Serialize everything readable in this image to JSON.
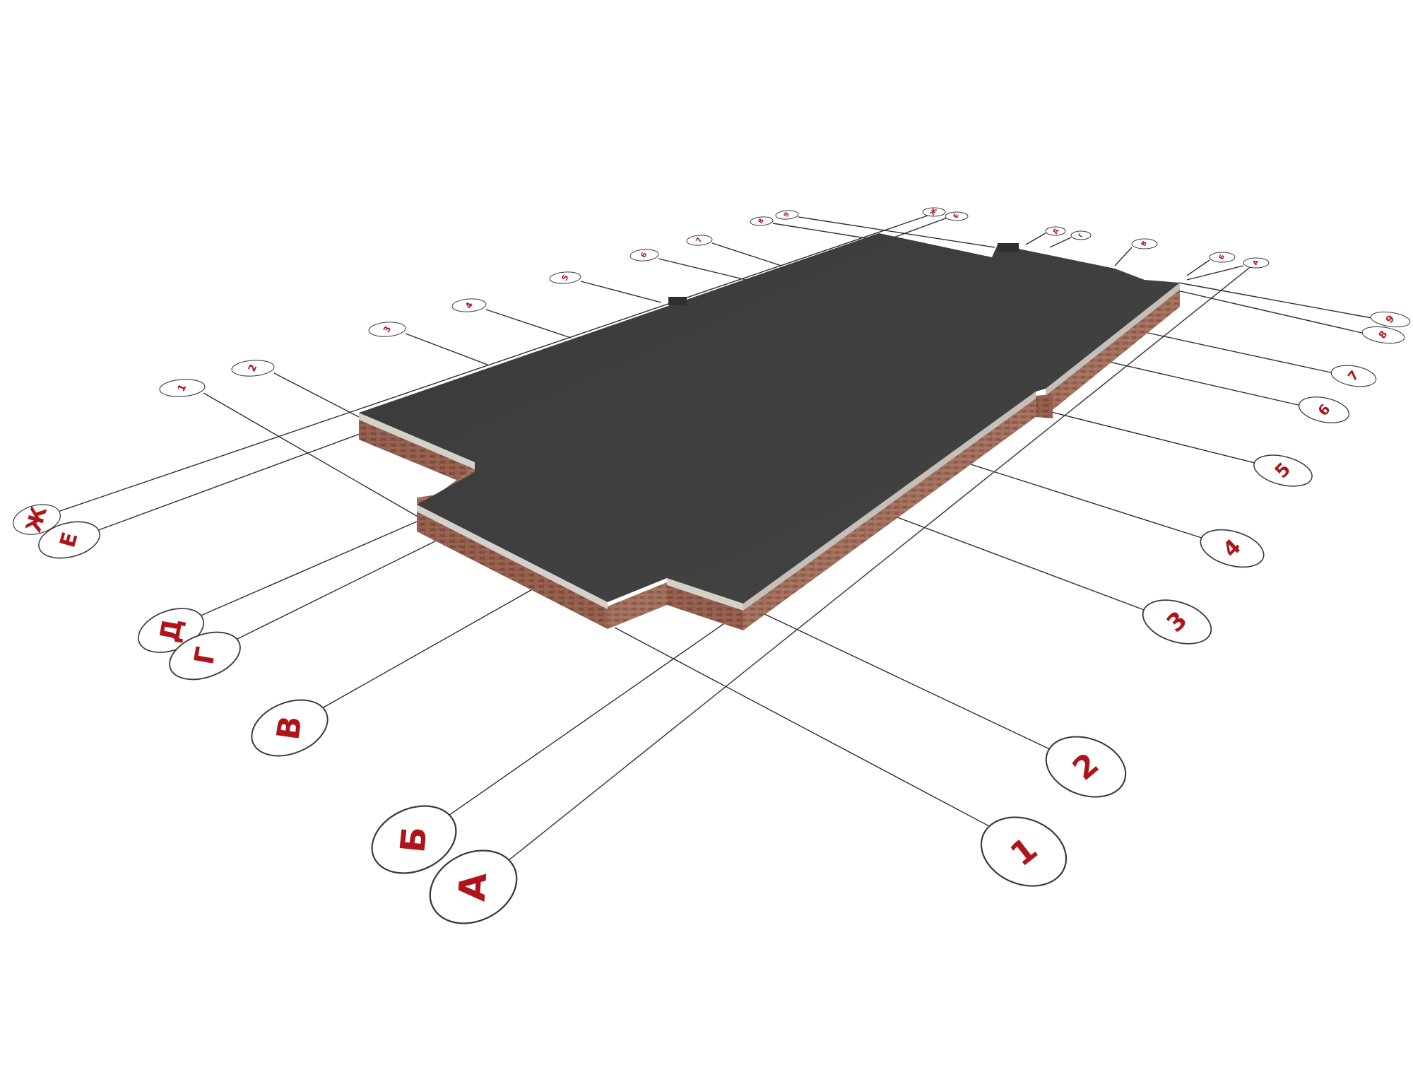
{
  "diagram": {
    "colors": {
      "roof": "#3c3c3c",
      "brick_front": "#8d5a4a",
      "brick_side": "#9b6a58",
      "concrete_band": "#d2cec8",
      "label_text": "#b0141b",
      "bubble_stroke": "#3a3a3a"
    },
    "axes_letters": [
      {
        "id": "zh",
        "label": "Ж"
      },
      {
        "id": "e",
        "label": "Е"
      },
      {
        "id": "d",
        "label": "Д"
      },
      {
        "id": "g",
        "label": "Г"
      },
      {
        "id": "v",
        "label": "В"
      },
      {
        "id": "b",
        "label": "Б"
      },
      {
        "id": "a",
        "label": "А"
      }
    ],
    "axes_numbers_right": [
      {
        "id": "n9",
        "label": "9"
      },
      {
        "id": "n8",
        "label": "8"
      },
      {
        "id": "n7",
        "label": "7"
      },
      {
        "id": "n6",
        "label": "6"
      },
      {
        "id": "n5",
        "label": "5"
      },
      {
        "id": "n4",
        "label": "4"
      },
      {
        "id": "n3",
        "label": "3"
      },
      {
        "id": "n2",
        "label": "2"
      },
      {
        "id": "n1",
        "label": "1"
      }
    ],
    "axes_numbers_far": [
      {
        "id": "f1",
        "label": "1"
      },
      {
        "id": "f2",
        "label": "2"
      },
      {
        "id": "f3",
        "label": "3"
      },
      {
        "id": "f4",
        "label": "4"
      },
      {
        "id": "f5",
        "label": "5"
      },
      {
        "id": "f6",
        "label": "6"
      },
      {
        "id": "f7",
        "label": "7"
      },
      {
        "id": "f8",
        "label": "8"
      },
      {
        "id": "f9",
        "label": "9"
      }
    ],
    "axes_letters_far": [
      {
        "id": "fzh",
        "label": "Ж"
      },
      {
        "id": "fe",
        "label": "Е"
      },
      {
        "id": "fd",
        "label": "Д"
      },
      {
        "id": "fg",
        "label": "Г"
      },
      {
        "id": "fv",
        "label": "В"
      },
      {
        "id": "fb",
        "label": "Б"
      },
      {
        "id": "fa",
        "label": "А"
      }
    ]
  }
}
